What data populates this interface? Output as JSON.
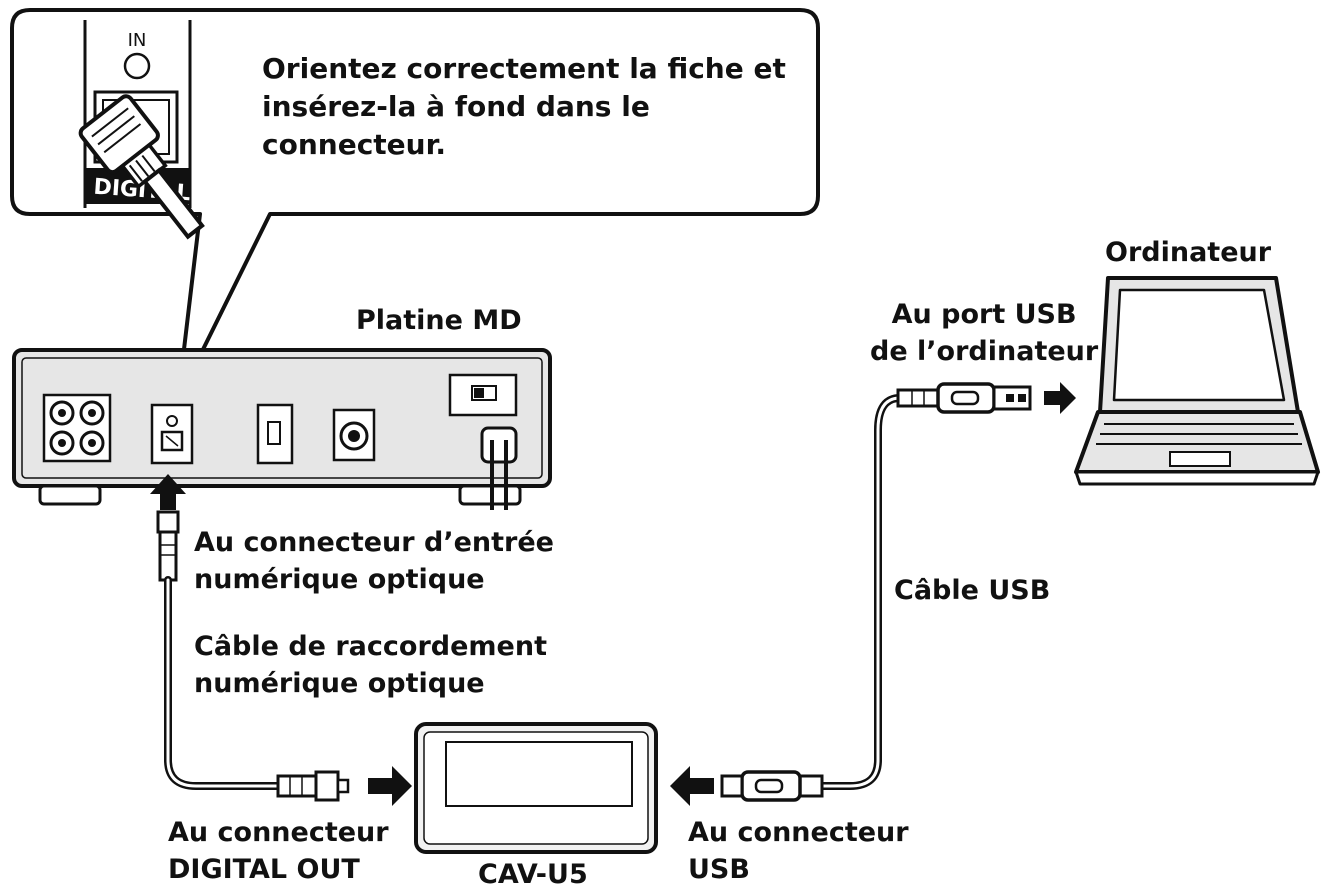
{
  "callout": {
    "lines": [
      "Orientez correctement la fiche et",
      "insérez-la à fond dans le",
      "connecteur."
    ],
    "inset_in": "IN",
    "inset_digital": "DIGITAL"
  },
  "devices": {
    "md_deck": "Platine MD",
    "computer": "Ordinateur",
    "converter": "CAV-U5"
  },
  "labels": {
    "optical_input": [
      "Au connecteur d’entrée",
      "numérique optique"
    ],
    "optical_cable": [
      "Câble de raccordement",
      "numérique optique"
    ],
    "digital_out": [
      "Au connecteur",
      "DIGITAL OUT"
    ],
    "usb_connector": [
      "Au connecteur",
      "USB"
    ],
    "usb_cable": "Câble USB",
    "usb_port": [
      "Au port USB",
      "de l’ordinateur"
    ]
  },
  "colors": {
    "ink": "#111111",
    "device_fill": "#f2f2f2",
    "deck_fill": "#e6e6e6"
  }
}
